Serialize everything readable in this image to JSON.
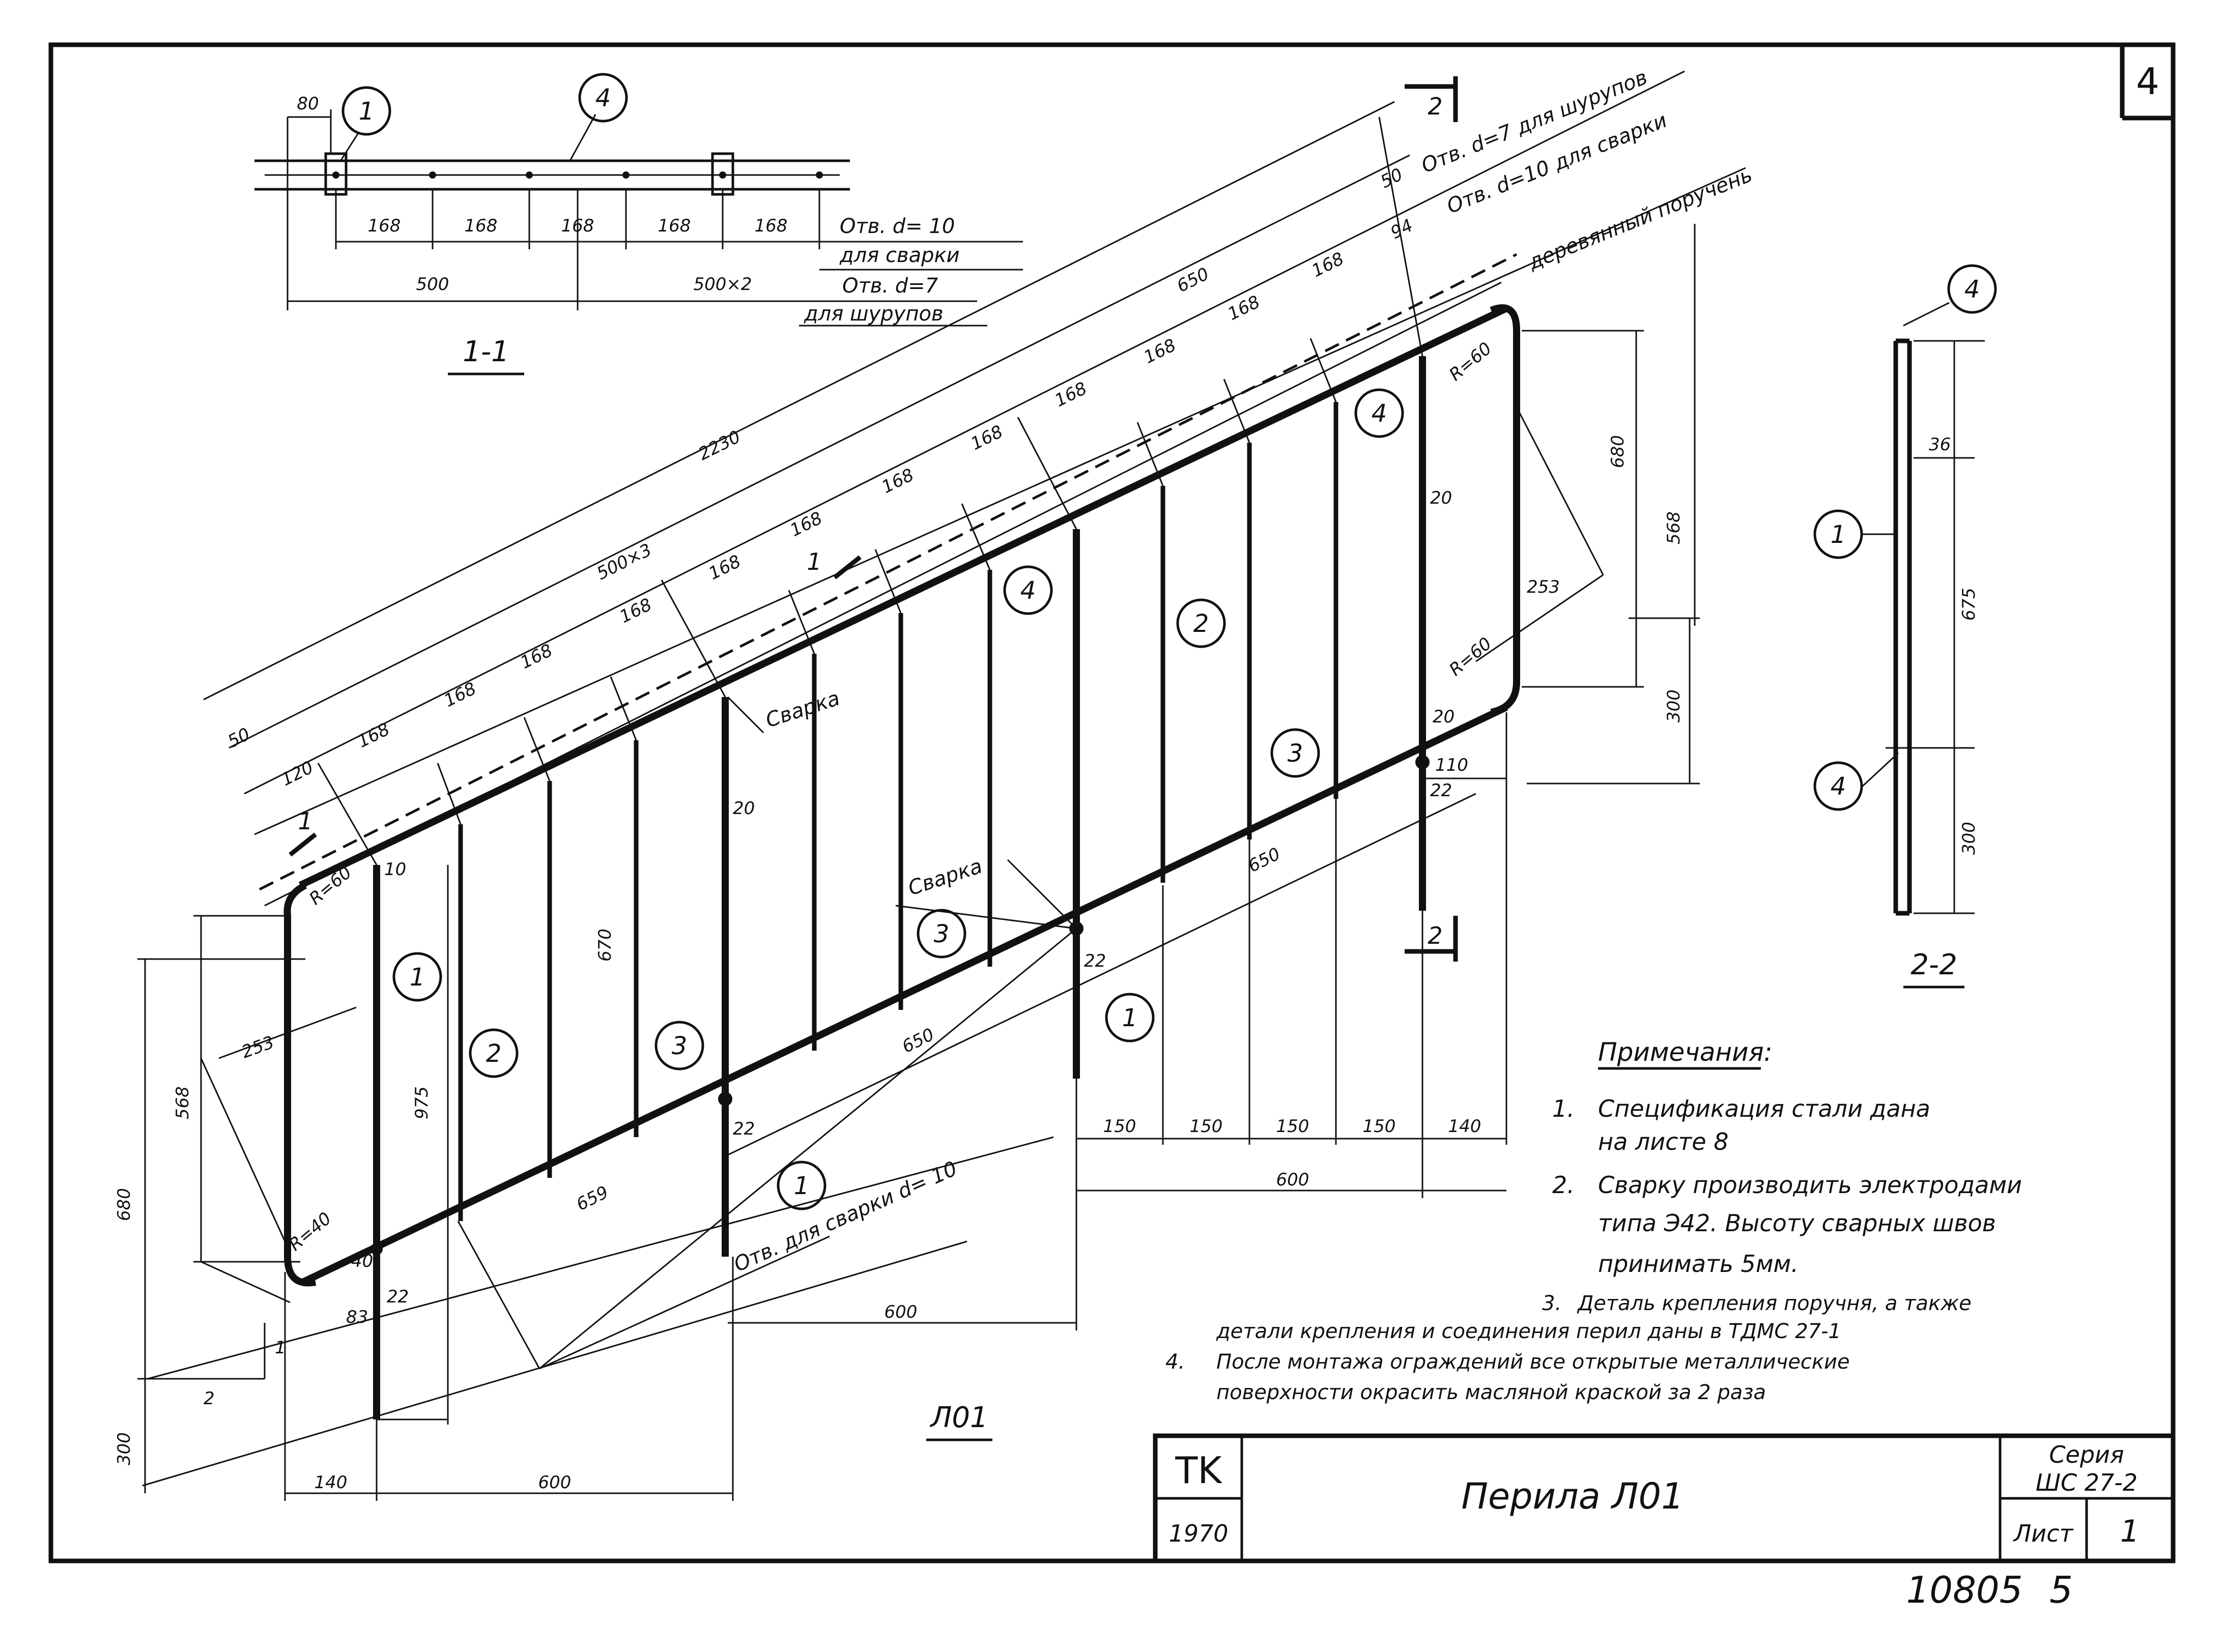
{
  "sheet_number_corner": "4",
  "bottom_number": "10805",
  "bottom_page": "5",
  "title_block": {
    "org": "TK",
    "year": "1970",
    "title": "Перила Л01",
    "series_label": "Серия",
    "series_value": "ШС 27-2",
    "sheet_label": "Лист",
    "sheet_value": "1"
  },
  "views": {
    "main": "Л01",
    "section_1_1": "1-1",
    "section_2_2": "2-2"
  },
  "section_marks": {
    "one": "1",
    "two": "2"
  },
  "bubbles": {
    "p1": "1",
    "p2": "2",
    "p3": "3",
    "p4": "4"
  },
  "labels": {
    "weld": "Сварка",
    "wood_rail": "деревянный поручень",
    "hole7_screws": "Отв. d=7 для шурупов",
    "hole10_weld": "Отв. d=10 для сварки",
    "hole_weld_bottom": "Отв. для сварки d= 10",
    "sec_hole10_a": "Отв. d= 10",
    "sec_hole10_b": "для сварки",
    "sec_hole7_a": "Отв. d=7",
    "sec_hole7_b": "для шурупов",
    "slope_1": "1",
    "slope_2": "2"
  },
  "dims": {
    "d2230": "2230",
    "d500x3": "500×3",
    "d650": "650",
    "d168": "168",
    "d50": "50",
    "d94": "94",
    "d120": "120",
    "d680": "680",
    "d568": "568",
    "d253": "253",
    "d300": "300",
    "d975": "975",
    "d670": "670",
    "d20": "20",
    "d22": "22",
    "d110": "110",
    "d150": "150",
    "d140": "140",
    "d600": "600",
    "d659": "659",
    "d83": "83",
    "d10": "10",
    "d80": "80",
    "d500": "500",
    "d500x2": "500×2",
    "d36": "36",
    "d675": "675",
    "r60": "R=60",
    "r40": "R=40",
    "d40": "40"
  },
  "notes": {
    "heading": "Примечания:",
    "n1_num": "1.",
    "n1_a": "Спецификация стали дана",
    "n1_b": "на листе 8",
    "n2_num": "2.",
    "n2_a": "Сварку производить электродами",
    "n2_b": "типа Э42. Высоту сварных швов",
    "n2_c": "принимать 5мм.",
    "n3_num": "3.",
    "n3_a": "Деталь крепления поручня, а также",
    "n3_b": "детали крепления и соединения перил даны в ТДМС 27-1",
    "n4_num": "4.",
    "n4_a": "После монтажа ограждений все открытые металлические",
    "n4_b": "поверхности окрасить масляной краской за 2 раза"
  }
}
